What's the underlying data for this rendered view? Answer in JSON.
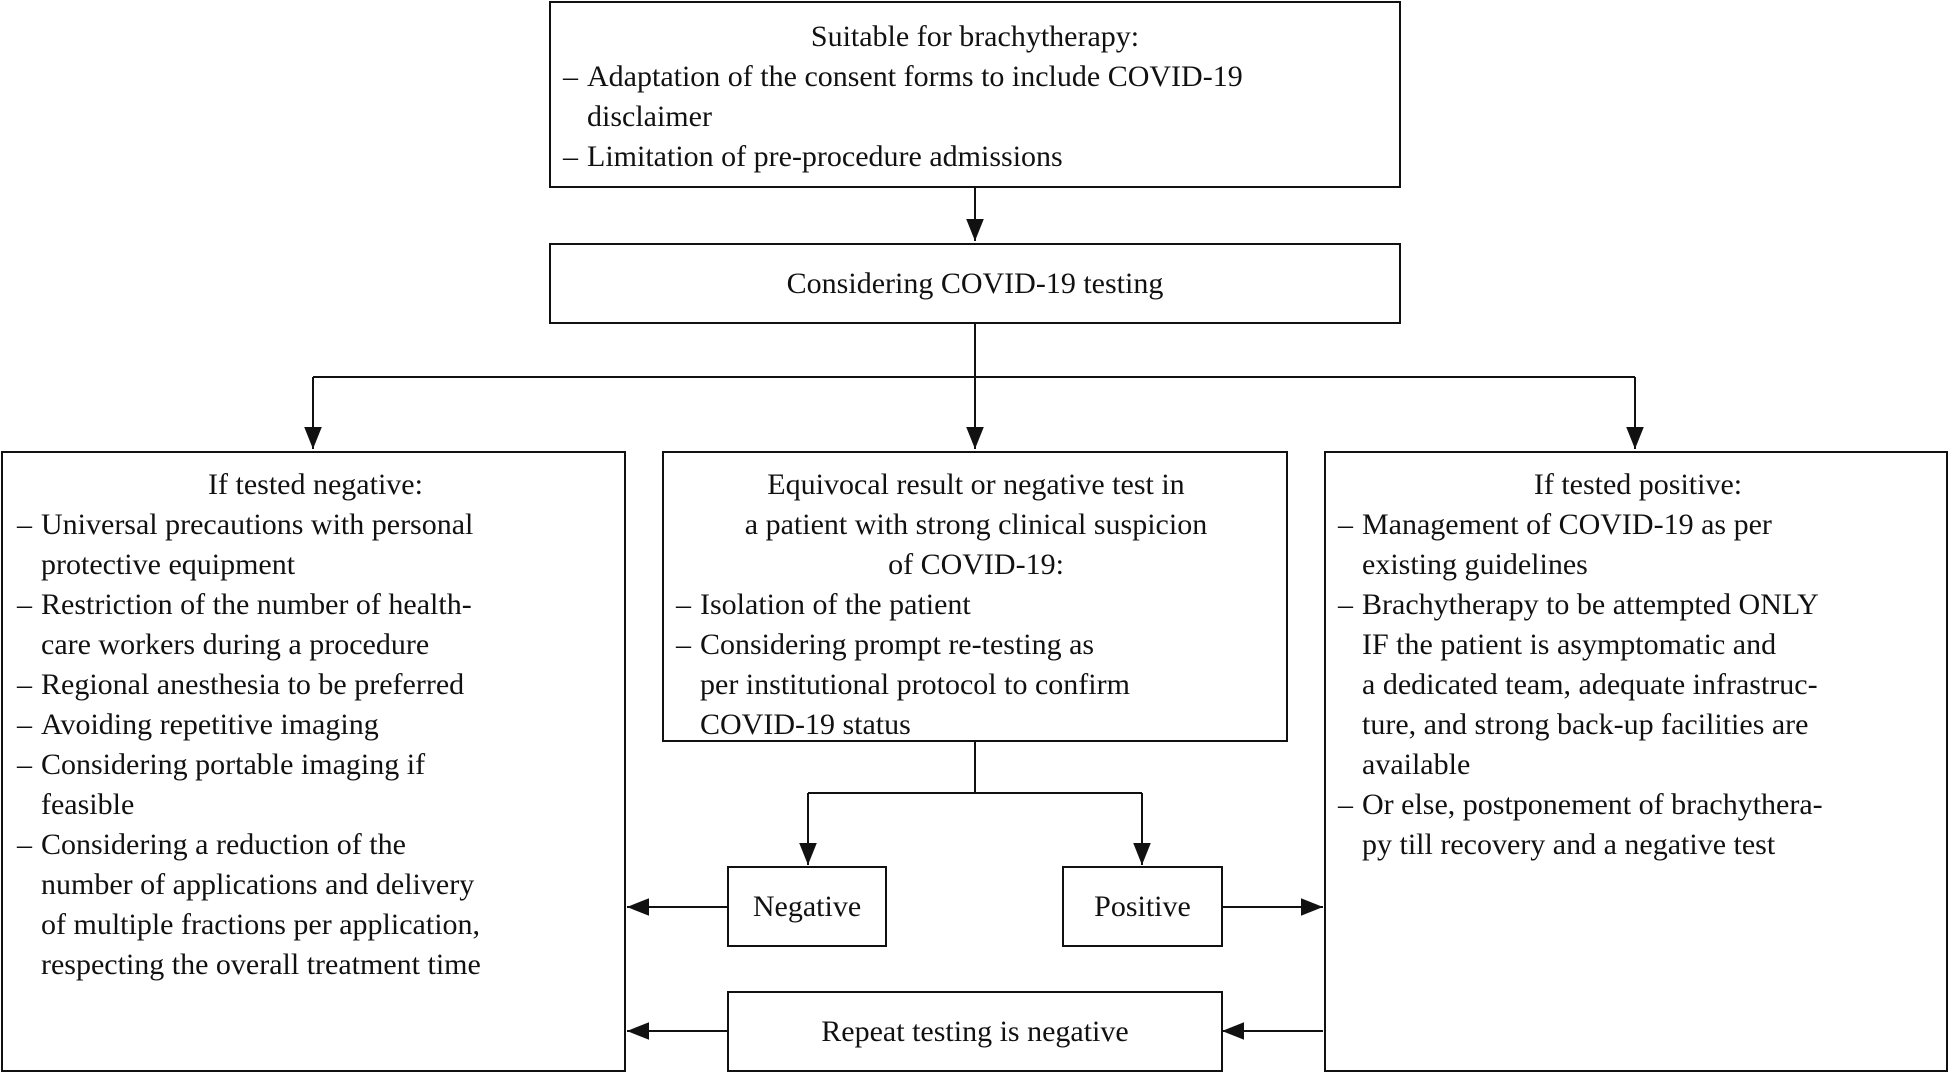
{
  "diagram": {
    "top": {
      "title": "Suitable for brachytherapy:",
      "items": [
        "Adaptation of the consent forms to include COVID-19\ndisclaimer",
        "Limitation of pre-procedure admissions"
      ]
    },
    "testing": "Considering COVID-19 testing",
    "negative_box": {
      "title": "If tested negative:",
      "items": [
        "Universal precautions with personal\nprotective equipment",
        "Restriction of the number of health-\ncare workers during a procedure",
        "Regional anesthesia to be preferred",
        "Avoiding repetitive imaging",
        "Considering portable imaging if\nfeasible",
        "Considering a reduction of the\nnumber of applications and delivery\nof multiple fractions per application,\nrespecting the overall treatment time"
      ]
    },
    "equivocal_box": {
      "title": "Equivocal result or negative test in\na patient with strong clinical suspicion\nof COVID-19:",
      "items": [
        "Isolation of the patient",
        "Considering prompt re-testing as\nper institutional protocol to confirm\nCOVID-19 status"
      ]
    },
    "positive_box": {
      "title": "If tested positive:",
      "items": [
        "Management of COVID-19 as per\nexisting guidelines",
        "Brachytherapy to be attempted ONLY\nIF the patient is asymptomatic and\na dedicated team, adequate infrastruc-\nture, and strong back-up facilities are\navailable",
        "Or else, postponement of brachythera-\npy till recovery and a negative test"
      ]
    },
    "negative_label": "Negative",
    "positive_label": "Positive",
    "repeat_label": "Repeat testing is negative",
    "dash": "–"
  }
}
